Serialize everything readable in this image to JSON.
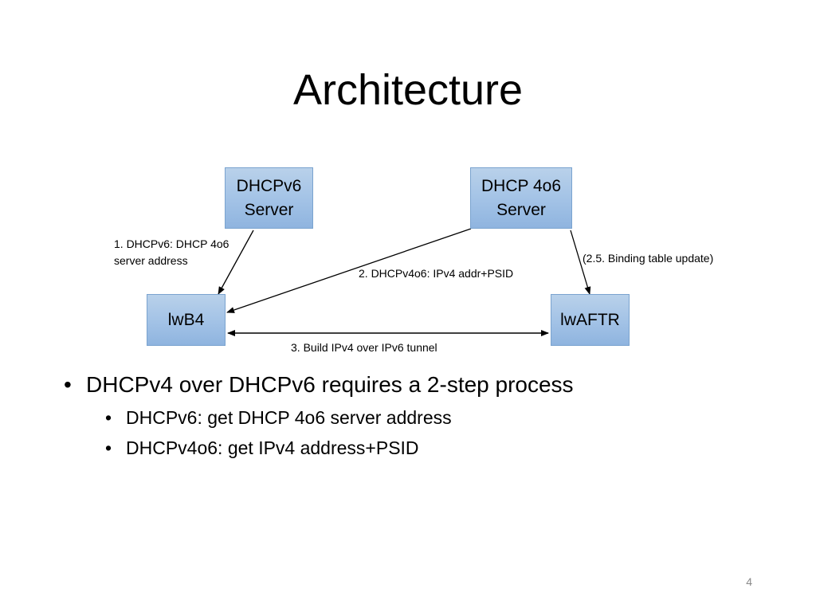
{
  "slide": {
    "title": "Architecture",
    "page_number": "4"
  },
  "diagram": {
    "nodes": {
      "dhcpv6_server": "DHCPv6\nServer",
      "dhcp4o6_server": "DHCP 4o6\nServer",
      "lwb4": "lwB4",
      "lwaftr": "lwAFTR"
    },
    "edges": {
      "step1_line1": "1. DHCPv6: DHCP 4o6",
      "step1_line2": "server address",
      "step2": "2. DHCPv4o6: IPv4 addr+PSID",
      "step25": "(2.5. Binding table update)",
      "step3": "3. Build IPv4 over IPv6 tunnel"
    },
    "colors": {
      "node_fill": "#a2c2e6",
      "node_border": "#7aa3cf",
      "arrow": "#000000"
    }
  },
  "bullets": {
    "main": "DHCPv4 over DHCPv6 requires a 2-step process",
    "sub": [
      "DHCPv6: get DHCP 4o6 server address",
      "DHCPv4o6: get IPv4 address+PSID"
    ],
    "marker": "•"
  }
}
